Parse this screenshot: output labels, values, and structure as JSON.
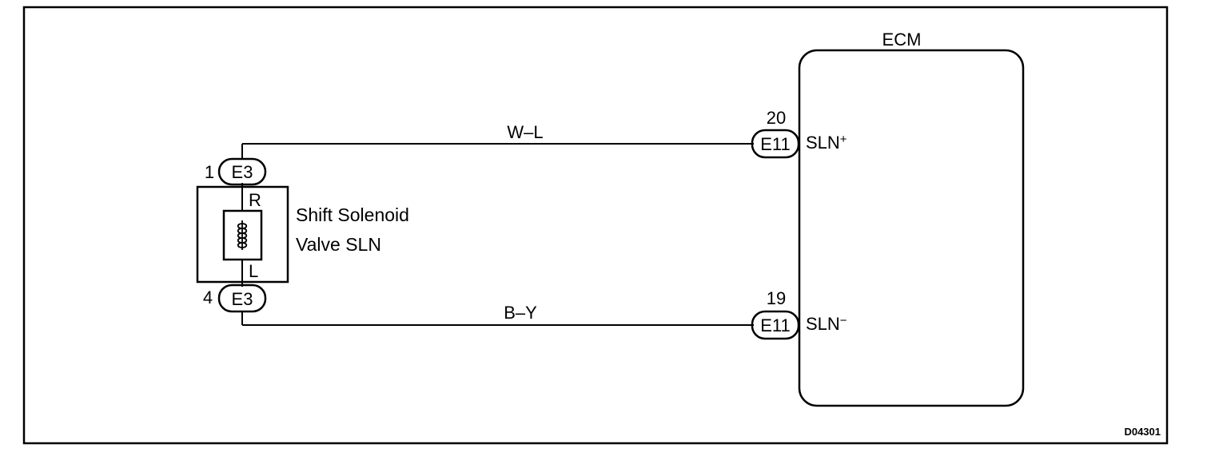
{
  "diagram": {
    "figure_id": "D04301",
    "ecm": {
      "label": "ECM",
      "pin_plus_number": "20",
      "pin_plus_connector": "E11",
      "pin_plus_signal": "SLN",
      "pin_plus_superscript": "+",
      "pin_minus_number": "19",
      "pin_minus_connector": "E11",
      "pin_minus_signal": "SLN",
      "pin_minus_superscript": "−"
    },
    "solenoid": {
      "label_line1": "Shift Solenoid",
      "label_line2": "Valve SLN",
      "pin_top_number": "1",
      "pin_top_connector": "E3",
      "pin_bottom_number": "4",
      "pin_bottom_connector": "E3",
      "wire_top_color": "R",
      "wire_bottom_color": "L"
    },
    "wires": {
      "top": "W–L",
      "bottom": "B–Y"
    }
  }
}
